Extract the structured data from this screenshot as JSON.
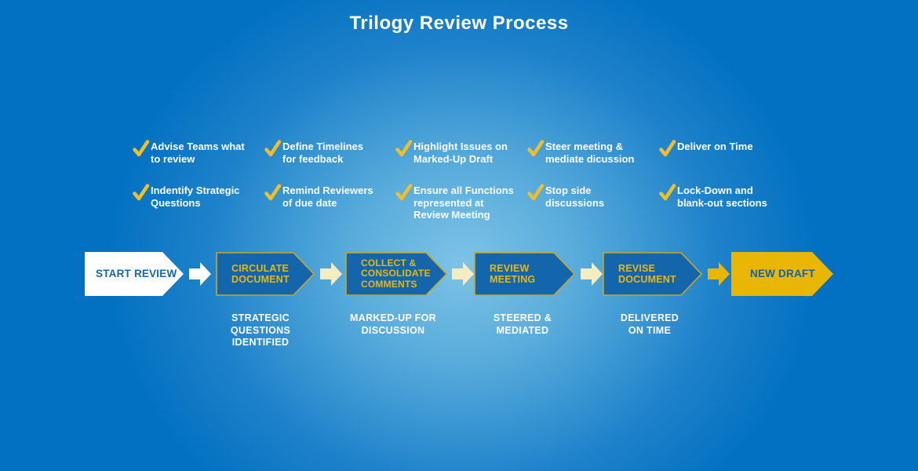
{
  "title": "Trilogy Review Process",
  "colors": {
    "background_base": "#0371c2",
    "background_glow": "#7ec3e7",
    "arrow_blue_fill": "#1466ac",
    "arrow_gold_border": "#cfa41e",
    "arrow_gold_fill": "#e9b606",
    "arrow_text_gold": "#eab70e",
    "arrow_text_blue": "#1565ae",
    "connector_cream": "#f6ecc2",
    "check_gold": "#efbe2c",
    "text_white": "#ffffff"
  },
  "checklist": {
    "columns": [
      {
        "items": [
          "Advise Teams what\nto review",
          "Indentify Strategic\nQuestions"
        ]
      },
      {
        "items": [
          "Define Timelines\nfor feedback",
          "Remind Reviewers\nof due date"
        ]
      },
      {
        "items": [
          "Highlight Issues on\nMarked-Up Draft",
          "Ensure all Functions\nrepresented at\nReview Meeting"
        ]
      },
      {
        "items": [
          "Steer meeting &\nmediate dicussion",
          "Stop side\ndiscussions"
        ]
      },
      {
        "items": [
          "Deliver on Time",
          "Lock-Down and\nblank-out sections"
        ]
      }
    ]
  },
  "process": {
    "steps": [
      {
        "label": "START REVIEW",
        "style": "white",
        "sublabel": ""
      },
      {
        "label": "CIRCULATE\nDOCUMENT",
        "style": "blue",
        "sublabel": "STRATEGIC\nQUESTIONS\nIDENTIFIED"
      },
      {
        "label": "COLLECT &\nCONSOLIDATE\nCOMMENTS",
        "style": "blue",
        "sublabel": "MARKED-UP FOR\nDISCUSSION"
      },
      {
        "label": "REVIEW\nMEETING",
        "style": "blue",
        "sublabel": "STEERED &\nMEDIATED"
      },
      {
        "label": "REVISE\nDOCUMENT",
        "style": "blue",
        "sublabel": "DELIVERED\nON TIME"
      },
      {
        "label": "NEW DRAFT",
        "style": "gold",
        "sublabel": ""
      }
    ]
  }
}
